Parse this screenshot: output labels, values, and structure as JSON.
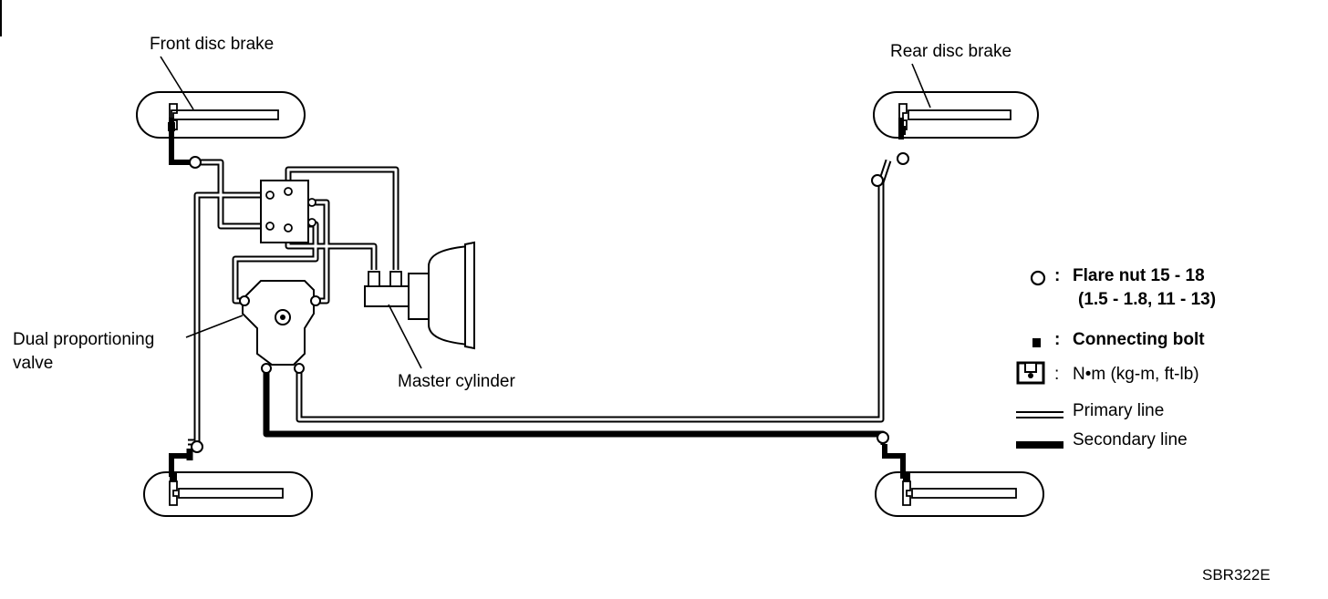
{
  "labels": {
    "front_disc_brake": "Front disc brake",
    "rear_disc_brake": "Rear disc brake",
    "dual_proportioning_valve_line1": "Dual proportioning",
    "dual_proportioning_valve_line2": "valve",
    "master_cylinder": "Master cylinder"
  },
  "legend": {
    "flare_nut_line1": "Flare nut 15 - 18",
    "flare_nut_line2": "(1.5 - 1.8, 11 - 13)",
    "connecting_bolt": "Connecting bolt",
    "torque_units": "N•m (kg-m, ft-lb)",
    "primary_line": "Primary line",
    "secondary_line": "Secondary line",
    "separator": ":"
  },
  "figure_code": "SBR322E",
  "colors": {
    "ink": "#000000",
    "paper": "#ffffff"
  }
}
